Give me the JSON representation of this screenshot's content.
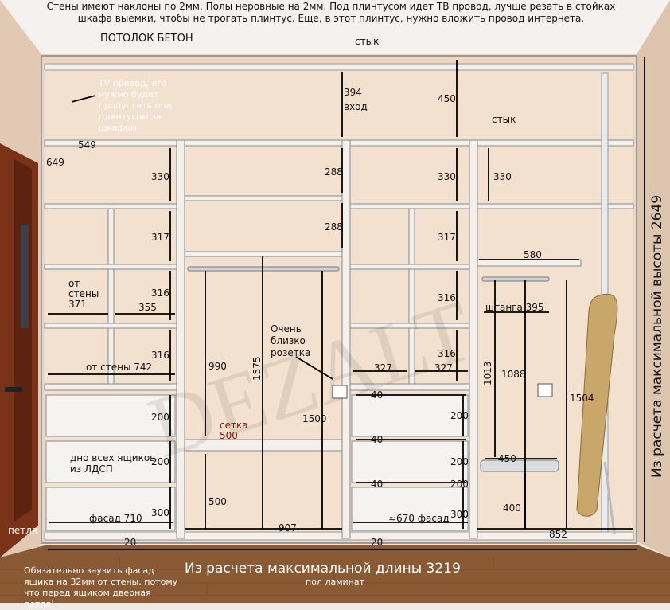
{
  "top_note": "Стены имеют наклоны по 2мм. Полы неровные на 2мм. Под плинтусом идет ТВ провод, лучше резать в стойках шкафа выемки, чтобы не трогать плинтус. Еще, в этот плинтус, нужно вложить провод интернета.",
  "ceiling_label": "ПОТОЛОК БЕТОН",
  "joint_label": "стык",
  "tv_note": "TV провод, его нужно будет пропустить под плинтусом за шкафом",
  "watermark": "DEZALT",
  "colors": {
    "wall": "#e9dccf",
    "cabinet": "#f3f0ec",
    "floor": "#8a5a35",
    "door": "#7a3318",
    "back": "#f2e3d4",
    "label_red": "#8a1010"
  },
  "dimensions": {
    "d394": "394",
    "vhod": "вход",
    "d450": "450",
    "d549": "549",
    "d649": "649",
    "d330a": "330",
    "d288a": "288",
    "d330b": "330",
    "d330c": "330",
    "d317a": "317",
    "d288b": "288",
    "d317b": "317",
    "d580": "580",
    "ot_steny": "от\nстены\n371",
    "d355": "355",
    "d316a": "316",
    "d316b": "316",
    "shtanga": "штанга 395",
    "d316c": "316",
    "d316d": "316",
    "ot_steny_742": "от стены 742",
    "d990": "990",
    "d1575": "1575",
    "close_socket": "Очень близко розетка",
    "d327a": "327",
    "d327b": "327",
    "d1013": "1013",
    "d1088": "1088",
    "d1504": "1504",
    "d40a": "40",
    "d200a": "200",
    "d200b": "200",
    "setka": "сетка",
    "d500a": "500",
    "d1500": "1500",
    "d40b": "40",
    "d200c": "200",
    "dno": "дно всех ящиков из ЛДСП",
    "d200d": "200",
    "d450b": "450",
    "d40c": "40",
    "d200e": "200",
    "d300a": "300",
    "d500b": "500",
    "d400": "400",
    "fasad710": "фасад 710",
    "d907": "907",
    "fasad670": "≈670 фасад",
    "d300b": "300",
    "d852": "852",
    "d20a": "20",
    "d20b": "20",
    "petlya": "петля",
    "bottom_note": "Обязательно заузить фасад ящика на 32мм от стены, потому что перед ящиком дверная петля!",
    "max_len": "Из расчета максимальной длины 3219",
    "floor": "пол ламинат",
    "max_height": "Из расчета максимальной высоты 2649"
  }
}
